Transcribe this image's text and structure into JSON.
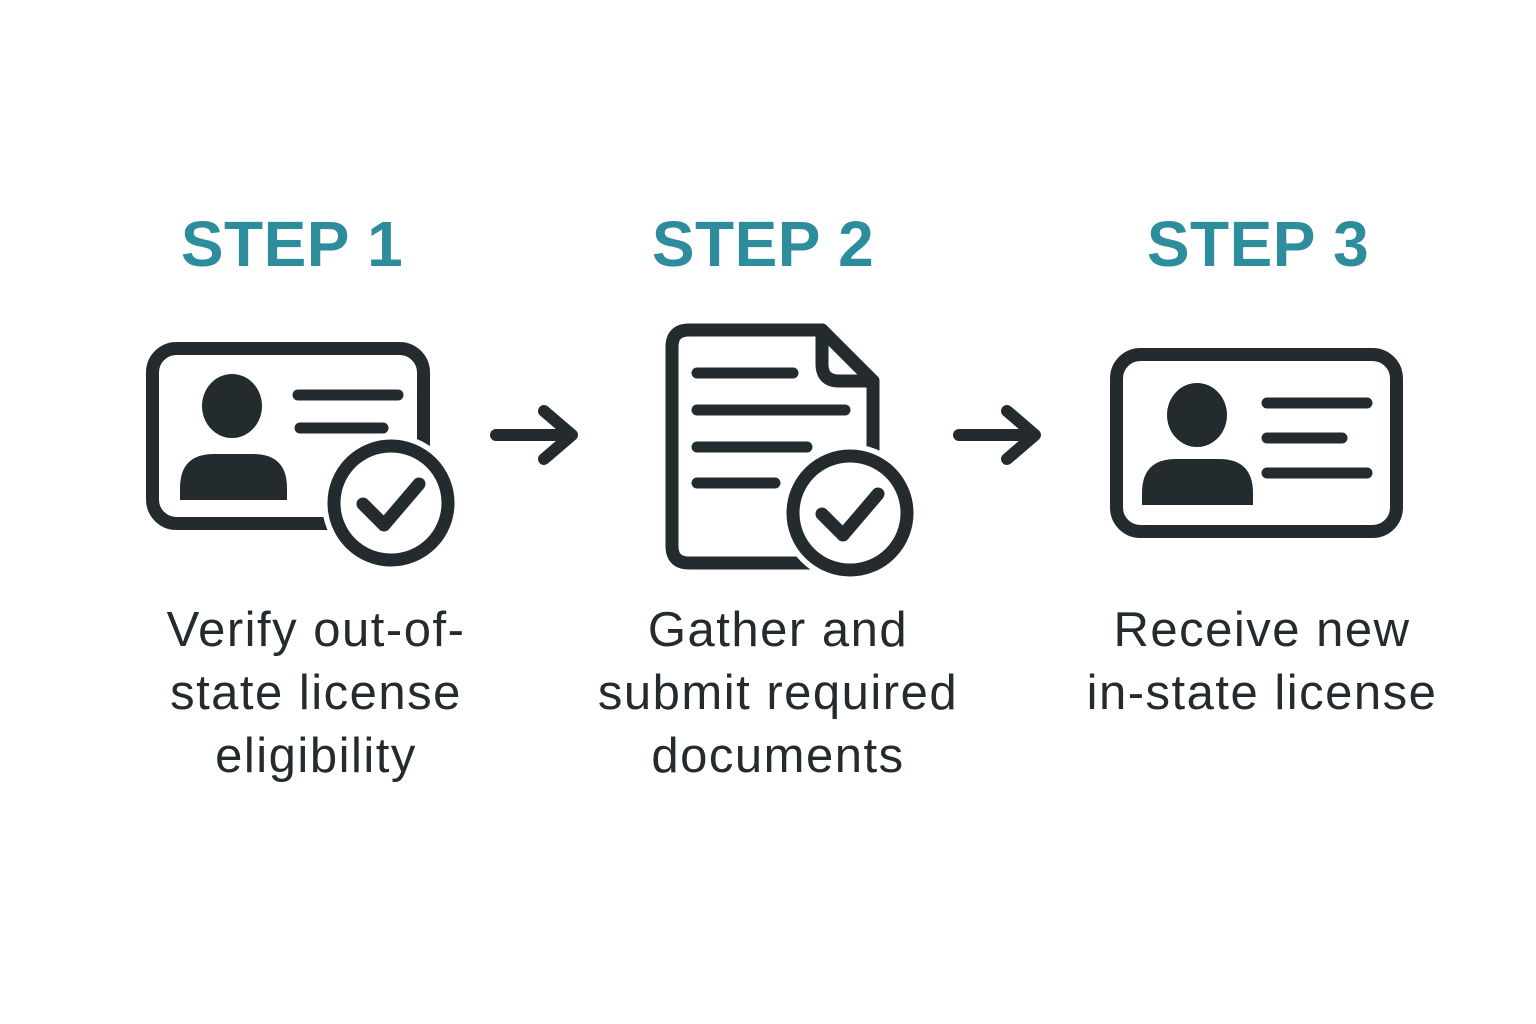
{
  "diagram": {
    "type": "process-steps",
    "background": "#ffffff",
    "colors": {
      "accent_teal": "#2e8d9d",
      "ink_dark": "#242b2e"
    },
    "steps": [
      {
        "heading": "STEP 1",
        "icon": "id-card-check-icon",
        "caption": "Verify out-of-state license eligibility",
        "caption_lines": [
          "Verify out-of-",
          "state license",
          "eligibility"
        ]
      },
      {
        "heading": "STEP 2",
        "icon": "document-check-icon",
        "caption": "Gather and submit required documents",
        "caption_lines": [
          "Gather and",
          "submit required",
          "documents"
        ]
      },
      {
        "heading": "STEP 3",
        "icon": "id-card-icon",
        "caption": "Receive new in-state license",
        "caption_lines": [
          "Receive new",
          "in-state license"
        ]
      }
    ],
    "connectors": [
      {
        "icon": "arrow-right-icon",
        "from": "STEP 1",
        "to": "STEP 2"
      },
      {
        "icon": "arrow-right-icon",
        "from": "STEP 2",
        "to": "STEP 3"
      }
    ]
  }
}
